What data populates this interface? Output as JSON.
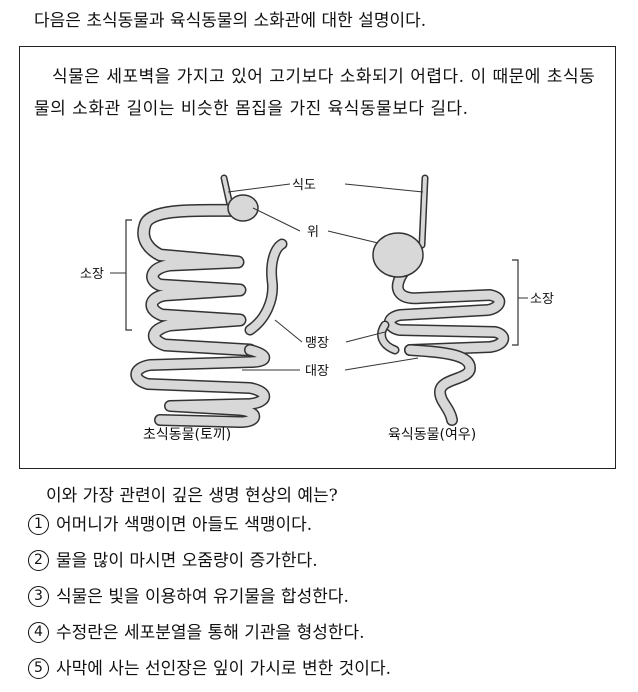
{
  "intro": "다음은 초식동물과 육식동물의 소화관에 대한 설명이다.",
  "passage": "식물은 세포벽을 가지고 있어 고기보다 소화되기 어렵다. 이 때문에 초식동물의 소화관 길이는 비슷한 몸집을 가진 육식동물보다 길다.",
  "figure": {
    "labels": {
      "esophagus": "식도",
      "stomach": "위",
      "small_intestine_left": "소장",
      "small_intestine_right": "소장",
      "cecum": "맹장",
      "large_intestine": "대장"
    },
    "captions": {
      "herbivore": "초식동물(토끼)",
      "carnivore": "육식동물(여우)"
    },
    "colors": {
      "organ_fill": "#d8d8d8",
      "organ_stroke": "#333333"
    }
  },
  "question": "이와 가장 관련이 깊은 생명 현상의 예는?",
  "choices": [
    {
      "num": "1",
      "text": "어머니가 색맹이면 아들도 색맹이다."
    },
    {
      "num": "2",
      "text": "물을 많이 마시면 오줌량이 증가한다."
    },
    {
      "num": "3",
      "text": "식물은 빛을 이용하여 유기물을 합성한다."
    },
    {
      "num": "4",
      "text": "수정란은 세포분열을 통해 기관을 형성한다."
    },
    {
      "num": "5",
      "text": "사막에 사는 선인장은 잎이 가시로 변한 것이다."
    }
  ]
}
